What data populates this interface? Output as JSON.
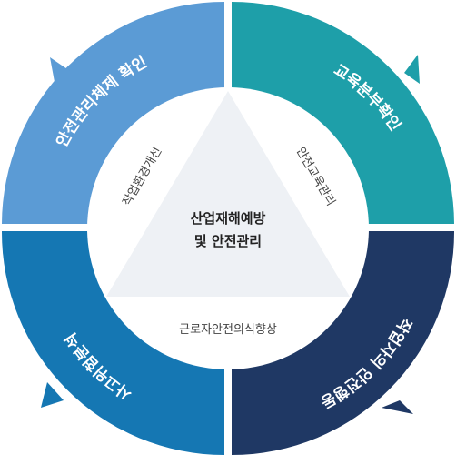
{
  "diagram": {
    "center": {
      "line1": "산업재해예방",
      "line2": "및 안전관리"
    },
    "quadrants": [
      {
        "label": "안전관리체제 확인",
        "color": "#5b9bd5"
      },
      {
        "label": "교육분부확인",
        "color": "#1e9fa9"
      },
      {
        "label": "작업자의 안전행동",
        "color": "#1f3864"
      },
      {
        "label": "사고위험분석",
        "color": "#1577b3"
      }
    ],
    "inner_labels": {
      "left": "작업환경개선",
      "right": "안전교육관리",
      "bottom": "근로자안전의식향상"
    },
    "ring_colors": {
      "inner_circle": "#ffffff",
      "triangle": "#eef1f5"
    }
  }
}
